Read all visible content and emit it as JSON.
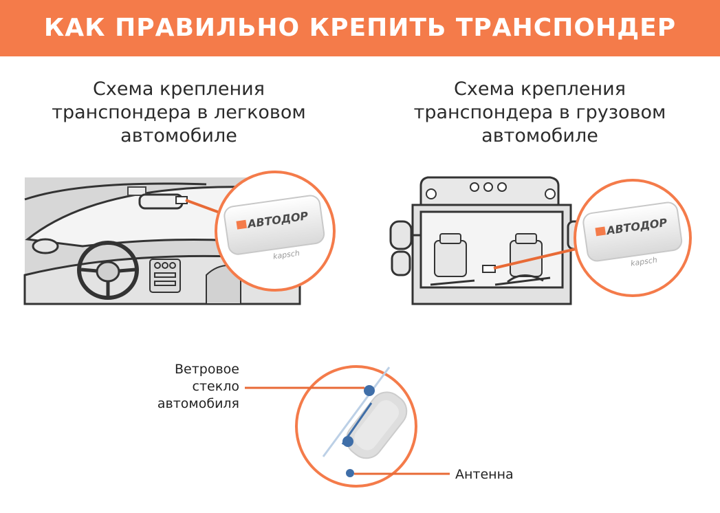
{
  "header": {
    "title": "КАК ПРАВИЛЬНО КРЕПИТЬ ТРАНСПОНДЕР"
  },
  "captions": {
    "car": [
      "Схема крепления",
      "транспондера в легковом",
      "автомобиле"
    ],
    "truck": [
      "Схема крепления",
      "транспондера в грузовом",
      "автомобиле"
    ]
  },
  "device": {
    "brand": "АВТОДОР",
    "maker": "kapsch"
  },
  "detail": {
    "windshield_label": [
      "Ветровое",
      "стекло",
      "автомобиля"
    ],
    "antenna_label": "Антенна"
  },
  "colors": {
    "accent": "#f47b4a",
    "dot": "#3f6ea8",
    "line": "#e86a36"
  }
}
